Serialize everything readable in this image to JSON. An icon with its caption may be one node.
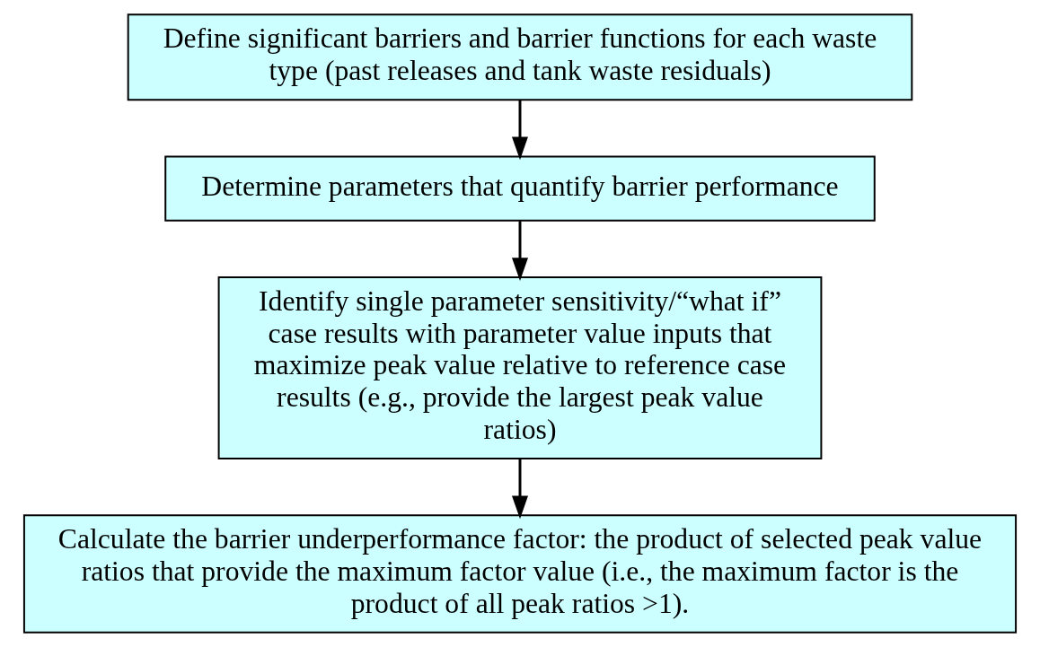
{
  "diagram": {
    "nodes": [
      {
        "text": [
          "Define significant barriers and barrier functions for each waste type (past releases and tank waste residuals)"
        ]
      },
      {
        "text": [
          "Determine parameters that quantify barrier performance"
        ]
      },
      {
        "text": [
          "Identify single parameter sensitivity/“what if” case results with parameter value inputs that maximize peak value relative to reference case results (e.g., provide the largest peak value ratios)"
        ]
      },
      {
        "text": [
          "Calculate the barrier underperformance factor: the product of selected peak value ratios that provide the maximum factor value (i.e., the maximum factor is the product of all peak ratios >1)."
        ]
      }
    ],
    "edges": [
      {
        "from": 0,
        "to": 1,
        "arrow": "to"
      },
      {
        "from": 1,
        "to": 2,
        "arrow": "to"
      },
      {
        "from": 2,
        "to": 3,
        "arrow": "to"
      }
    ]
  }
}
